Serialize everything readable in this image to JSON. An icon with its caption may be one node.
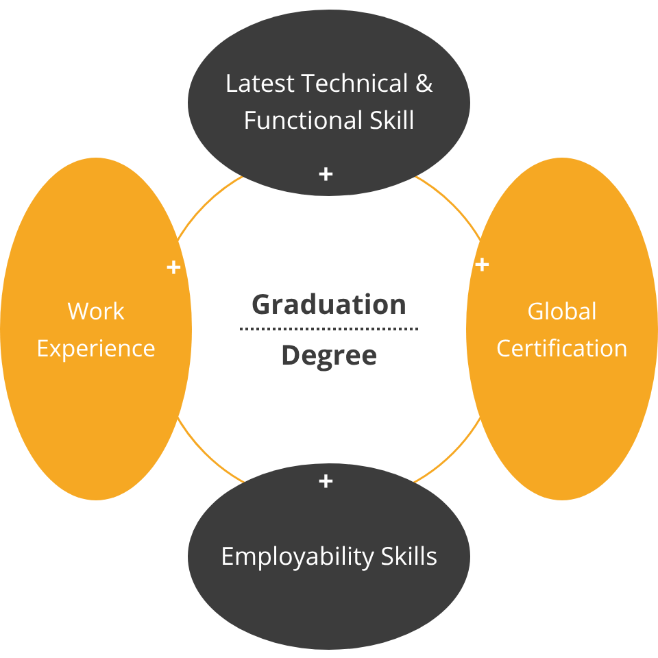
{
  "diagram": {
    "nodes": [
      {
        "text": [
          "Latest Technical & Functional Skill"
        ]
      },
      {
        "text": [
          "Work Experience"
        ]
      },
      {
        "text": [
          "Graduation",
          "Degree"
        ]
      },
      {
        "text": [
          "Global Certification"
        ]
      },
      {
        "text": [
          "Employability Skills"
        ]
      }
    ],
    "labels": [
      "+",
      "+",
      "+",
      "+"
    ]
  }
}
